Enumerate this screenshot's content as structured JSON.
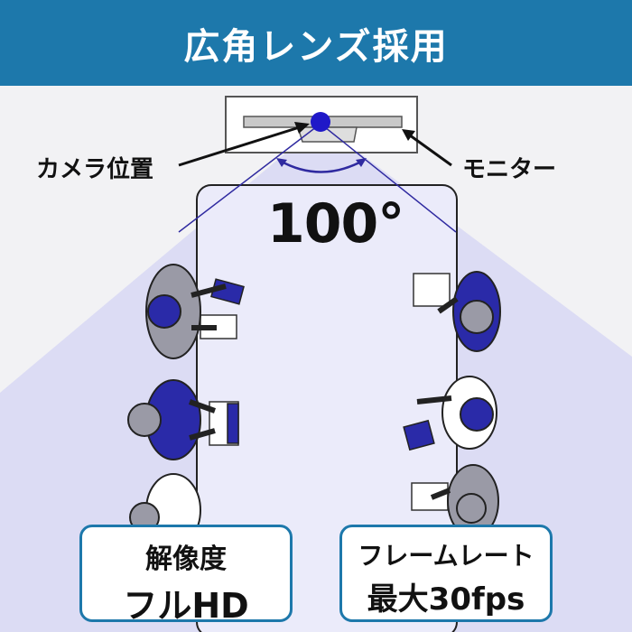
{
  "header": {
    "title": "広角レンズ採用",
    "color": "#1d78ab"
  },
  "scene": {
    "camera_label": "カメラ位置",
    "monitor_label": "モニター",
    "angle_label": "100°"
  },
  "features": [
    {
      "line1": "解像度",
      "line2": "フルHD"
    },
    {
      "line1": "フレームレート",
      "line2": "最大30fps"
    }
  ],
  "colors": {
    "accent": "#1d78ab",
    "camera": "#1f18c8",
    "field_of_view": "#dcdcf4",
    "people": "#2a2aa8"
  }
}
